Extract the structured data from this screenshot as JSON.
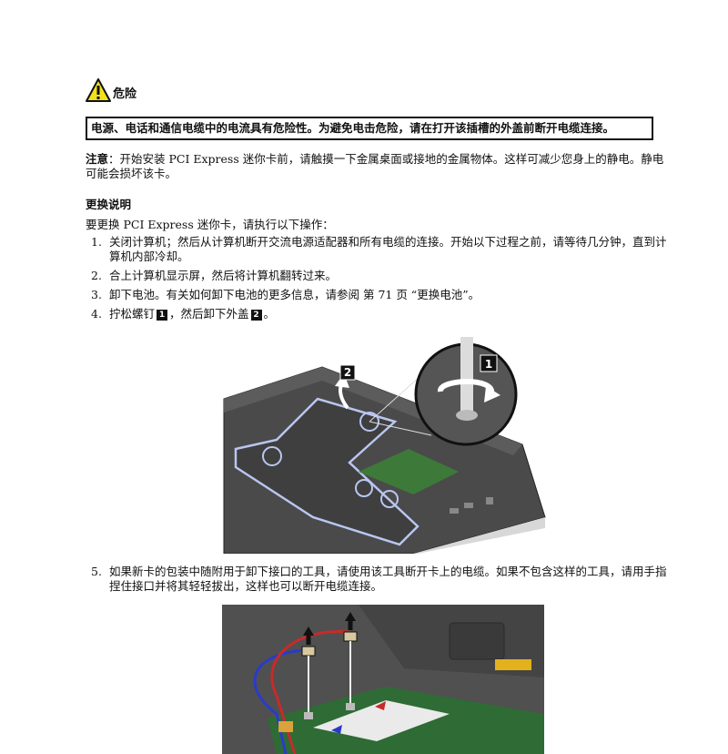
{
  "danger": {
    "label": "危险",
    "statement": "电源、电话和通信电缆中的电流具有危险性。为避免电击危险，请在打开该插槽的外盖前断开电缆连接。"
  },
  "note": {
    "label": "注意",
    "text": "：开始安装 PCI Express 迷你卡前，请触摸一下金属桌面或接地的金属物体。这样可减少您身上的静电。静电可能会损坏该卡。"
  },
  "section": {
    "title": "更换说明",
    "intro": "要更换 PCI Express 迷你卡，请执行以下操作："
  },
  "steps": [
    {
      "num": "1.",
      "text": "关闭计算机；然后从计算机断开交流电源适配器和所有电缆的连接。开始以下过程之前，请等待几分钟，直到计算机内部冷却。"
    },
    {
      "num": "2.",
      "text": "合上计算机显示屏，然后将计算机翻转过来。"
    },
    {
      "num": "3.",
      "text": "卸下电池。有关如何卸下电池的更多信息，请参阅 第 71 页 “更换电池”。"
    },
    {
      "num": "4.",
      "text_a": "拧松螺钉",
      "callout_a": "1",
      "text_b": "，然后卸下外盖",
      "callout_b": "2",
      "text_c": "。"
    }
  ],
  "step5": {
    "num": "5.",
    "text": "如果新卡的包装中随附用于卸下接口的工具，请使用该工具断开卡上的电缆。如果不包含这样的工具，请用手指捏住接口并将其轻轻拔出，这样也可以断开电缆连接。"
  },
  "figure1": {
    "callout_screw": "1",
    "callout_cover": "2"
  }
}
